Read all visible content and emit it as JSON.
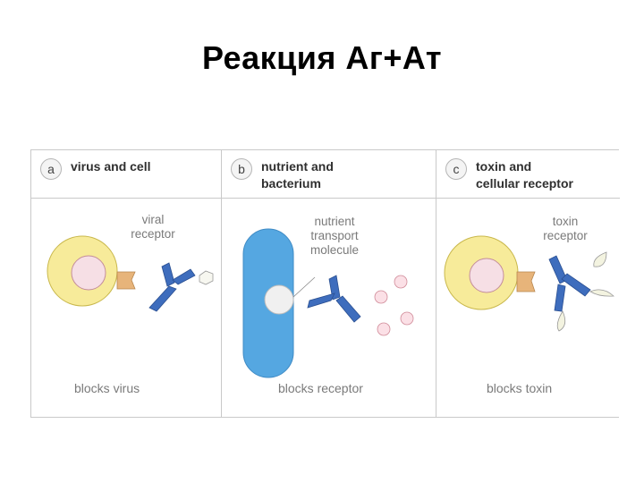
{
  "slide": {
    "title": "Реакция Аг+Ат"
  },
  "figure": {
    "colors": {
      "cell": "#f7eb9a",
      "cell_edge": "#c9b84d",
      "nucleus": "#f6dfe5",
      "receptor": "#e7b47a",
      "antibody": "#3e6dbd",
      "bacterium": "#55a7e1",
      "particle": "#fbe0e6",
      "toxin": "#f3f3e0"
    },
    "panels": [
      {
        "letter": "a",
        "title": "virus and cell",
        "label": "viral\nreceptor",
        "caption": "blocks virus"
      },
      {
        "letter": "b",
        "title": "nutrient and\nbacterium",
        "label": "nutrient\ntransport\nmolecule",
        "caption": "blocks receptor"
      },
      {
        "letter": "c",
        "title": "toxin and\ncellular receptor",
        "label": "toxin\nreceptor",
        "caption": "blocks toxin"
      }
    ]
  }
}
